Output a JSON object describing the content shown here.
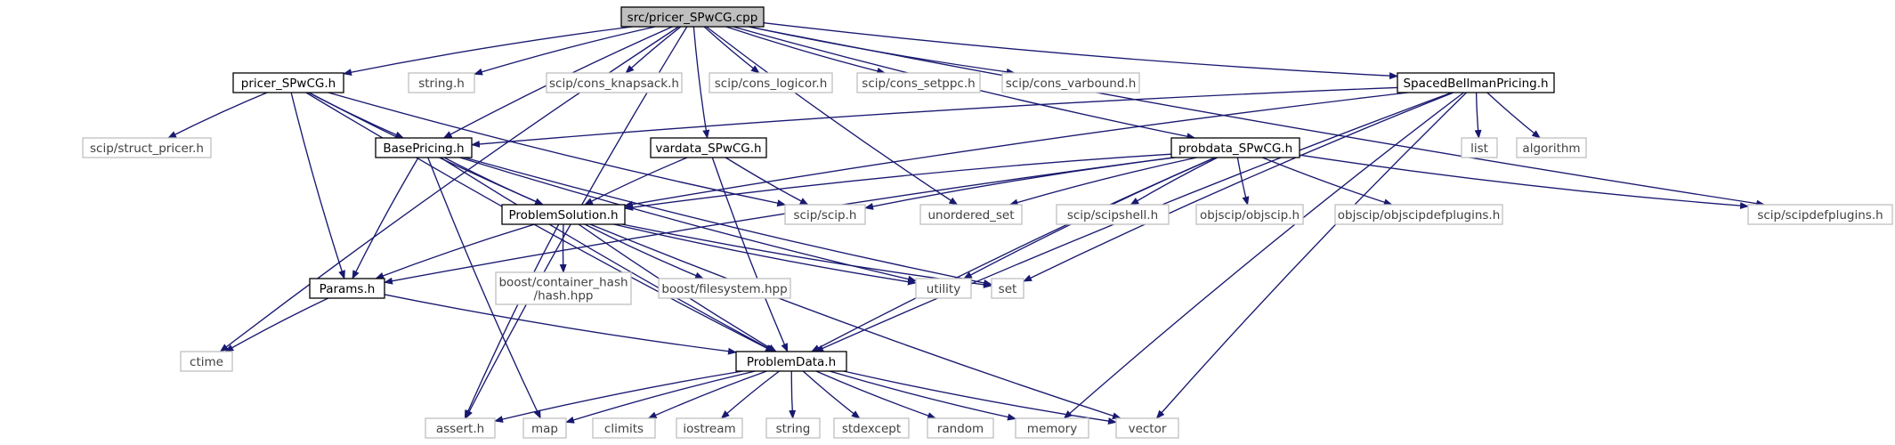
{
  "colors": {
    "edge": "#191970",
    "root_fill": "#bfbfbf",
    "root_border": "#000000",
    "project_border": "#000000",
    "system_border": "#bfbfbf",
    "system_text": "#404040",
    "project_text": "#000000",
    "background": "#ffffff"
  },
  "nodes": {
    "root": {
      "label": "src/pricer_SPwCG.cpp",
      "kind": "root"
    },
    "pricer_h": {
      "label": "pricer_SPwCG.h",
      "kind": "project"
    },
    "string_h": {
      "label": "string.h",
      "kind": "system"
    },
    "cons_knapsack": {
      "label": "scip/cons_knapsack.h",
      "kind": "system"
    },
    "cons_logicor": {
      "label": "scip/cons_logicor.h",
      "kind": "system"
    },
    "cons_setppc": {
      "label": "scip/cons_setppc.h",
      "kind": "system"
    },
    "cons_varbound": {
      "label": "scip/cons_varbound.h",
      "kind": "system"
    },
    "spaced": {
      "label": "SpacedBellmanPricing.h",
      "kind": "project"
    },
    "struct_pricer": {
      "label": "scip/struct_pricer.h",
      "kind": "system"
    },
    "base": {
      "label": "BasePricing.h",
      "kind": "project"
    },
    "vardata": {
      "label": "vardata_SPwCG.h",
      "kind": "project"
    },
    "probdata": {
      "label": "probdata_SPwCG.h",
      "kind": "project"
    },
    "list": {
      "label": "list",
      "kind": "system"
    },
    "algorithm": {
      "label": "algorithm",
      "kind": "system"
    },
    "problemsolution": {
      "label": "ProblemSolution.h",
      "kind": "project"
    },
    "scip_h": {
      "label": "scip/scip.h",
      "kind": "system"
    },
    "unordered_set": {
      "label": "unordered_set",
      "kind": "system"
    },
    "scipshell": {
      "label": "scip/scipshell.h",
      "kind": "system"
    },
    "objscip": {
      "label": "objscip/objscip.h",
      "kind": "system"
    },
    "objscipdef": {
      "label": "objscip/objscipdefplugins.h",
      "kind": "system"
    },
    "scipdef": {
      "label": "scip/scipdefplugins.h",
      "kind": "system"
    },
    "params": {
      "label": "Params.h",
      "kind": "project"
    },
    "boost_hash": {
      "label": "boost/container_hash\n/hash.hpp",
      "kind": "system"
    },
    "boost_fs": {
      "label": "boost/filesystem.hpp",
      "kind": "system"
    },
    "utility": {
      "label": "utility",
      "kind": "system"
    },
    "set": {
      "label": "set",
      "kind": "system"
    },
    "ctime": {
      "label": "ctime",
      "kind": "system"
    },
    "problemdata": {
      "label": "ProblemData.h",
      "kind": "project"
    },
    "assert": {
      "label": "assert.h",
      "kind": "system"
    },
    "map": {
      "label": "map",
      "kind": "system"
    },
    "climits": {
      "label": "climits",
      "kind": "system"
    },
    "iostream": {
      "label": "iostream",
      "kind": "system"
    },
    "string": {
      "label": "string",
      "kind": "system"
    },
    "stdexcept": {
      "label": "stdexcept",
      "kind": "system"
    },
    "random": {
      "label": "random",
      "kind": "system"
    },
    "memory": {
      "label": "memory",
      "kind": "system"
    },
    "vector": {
      "label": "vector",
      "kind": "system"
    }
  },
  "edges": [
    [
      "root",
      "pricer_h"
    ],
    [
      "root",
      "string_h"
    ],
    [
      "root",
      "cons_knapsack"
    ],
    [
      "root",
      "cons_logicor"
    ],
    [
      "root",
      "cons_setppc"
    ],
    [
      "root",
      "cons_varbound"
    ],
    [
      "root",
      "spaced"
    ],
    [
      "root",
      "base"
    ],
    [
      "root",
      "vardata"
    ],
    [
      "root",
      "probdata"
    ],
    [
      "root",
      "unordered_set"
    ],
    [
      "root",
      "scipdef"
    ],
    [
      "root",
      "ctime"
    ],
    [
      "root",
      "assert"
    ],
    [
      "pricer_h",
      "struct_pricer"
    ],
    [
      "pricer_h",
      "base"
    ],
    [
      "pricer_h",
      "problemsolution"
    ],
    [
      "pricer_h",
      "params"
    ],
    [
      "pricer_h",
      "scip_h"
    ],
    [
      "pricer_h",
      "problemdata"
    ],
    [
      "spaced",
      "base"
    ],
    [
      "spaced",
      "problemsolution"
    ],
    [
      "spaced",
      "list"
    ],
    [
      "spaced",
      "algorithm"
    ],
    [
      "spaced",
      "set"
    ],
    [
      "spaced",
      "problemdata"
    ],
    [
      "spaced",
      "memory"
    ],
    [
      "spaced",
      "vector"
    ],
    [
      "base",
      "problemsolution"
    ],
    [
      "base",
      "params"
    ],
    [
      "base",
      "utility"
    ],
    [
      "base",
      "set"
    ],
    [
      "base",
      "problemdata"
    ],
    [
      "base",
      "map"
    ],
    [
      "vardata",
      "problemsolution"
    ],
    [
      "vardata",
      "scip_h"
    ],
    [
      "vardata",
      "problemdata"
    ],
    [
      "probdata",
      "problemsolution"
    ],
    [
      "probdata",
      "scip_h"
    ],
    [
      "probdata",
      "unordered_set"
    ],
    [
      "probdata",
      "scipshell"
    ],
    [
      "probdata",
      "objscip"
    ],
    [
      "probdata",
      "objscipdef"
    ],
    [
      "probdata",
      "scipdef"
    ],
    [
      "probdata",
      "params"
    ],
    [
      "probdata",
      "utility"
    ],
    [
      "probdata",
      "problemdata"
    ],
    [
      "problemsolution",
      "params"
    ],
    [
      "problemsolution",
      "boost_hash"
    ],
    [
      "problemsolution",
      "boost_fs"
    ],
    [
      "problemsolution",
      "utility"
    ],
    [
      "problemsolution",
      "set"
    ],
    [
      "problemsolution",
      "problemdata"
    ],
    [
      "problemsolution",
      "assert"
    ],
    [
      "problemsolution",
      "vector"
    ],
    [
      "params",
      "ctime"
    ],
    [
      "params",
      "problemdata"
    ],
    [
      "problemdata",
      "assert"
    ],
    [
      "problemdata",
      "map"
    ],
    [
      "problemdata",
      "climits"
    ],
    [
      "problemdata",
      "iostream"
    ],
    [
      "problemdata",
      "string"
    ],
    [
      "problemdata",
      "stdexcept"
    ],
    [
      "problemdata",
      "random"
    ],
    [
      "problemdata",
      "memory"
    ],
    [
      "problemdata",
      "vector"
    ]
  ]
}
